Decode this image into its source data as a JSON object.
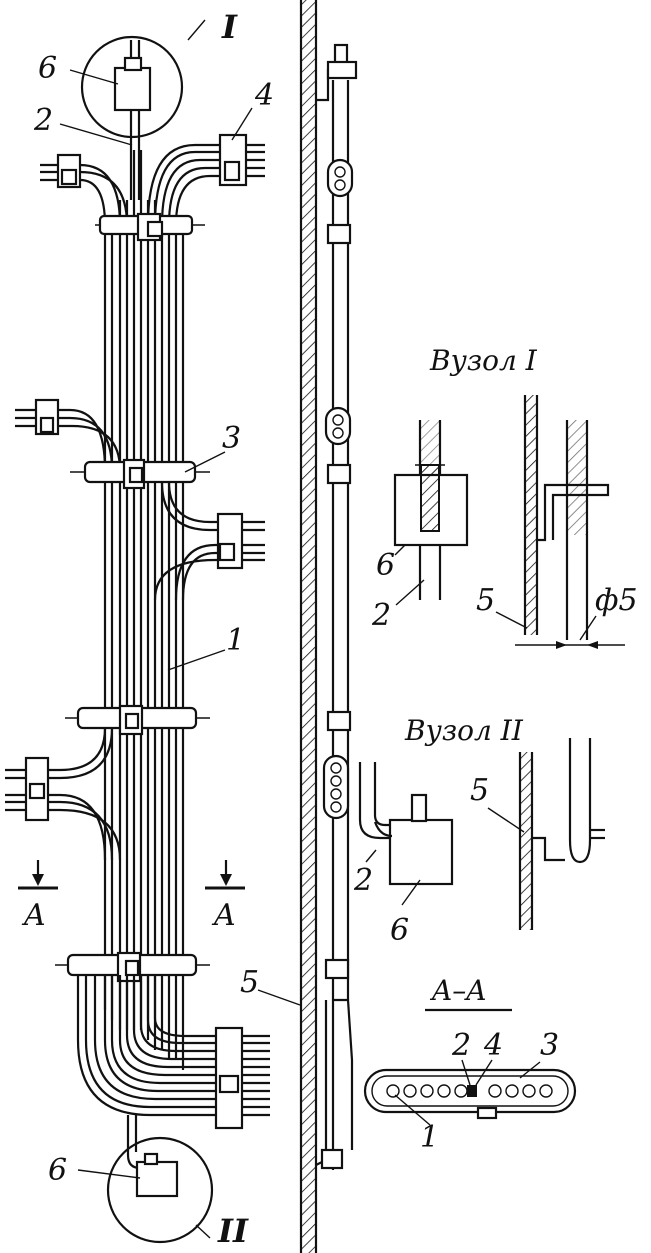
{
  "labels": {
    "n1": "1",
    "n2": "2",
    "n3": "3",
    "n4": "4",
    "n5": "5",
    "n6": "6",
    "roman1": "I",
    "roman2": "II",
    "sectionA": "A",
    "sectionAA": "A–A",
    "diameter": "ф5"
  },
  "titles": {
    "node1": "Вузол I",
    "node2": "Вузол II"
  }
}
